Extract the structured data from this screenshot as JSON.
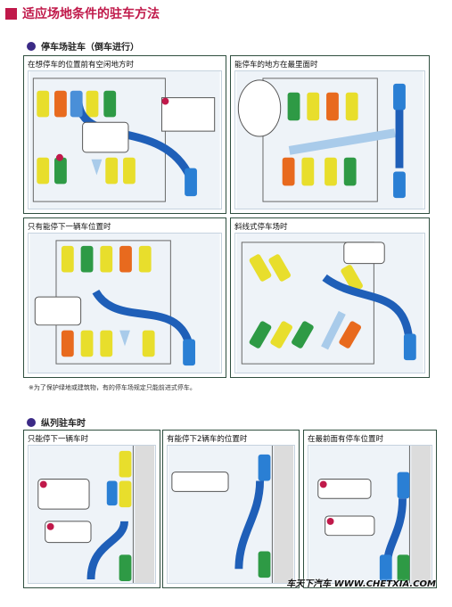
{
  "page": {
    "title": "适应场地条件的驻车方法",
    "section1": "停车场驻车（倒车进行）",
    "section2": "纵列驻车时",
    "note": "※为了保护绿地或建筑物，有的停车场规定只能前进式停车。",
    "watermark": "车天下汽车 WWW.CHETXIA.COM"
  },
  "panels": {
    "p1": {
      "title": "在想停车的位置前有空闲地方时"
    },
    "p2": {
      "title": "能停车的地方在最里面时"
    },
    "p3": {
      "title": "只有能停下一辆车位置时"
    },
    "p4": {
      "title": "斜线式停车场时"
    },
    "p5": {
      "title": "只能停下一辆车时"
    },
    "p6": {
      "title": "有能停下2辆车的位置时"
    },
    "p7": {
      "title": "在最前面有停车位置时"
    }
  },
  "colors": {
    "accent": "#c0194a",
    "bullet": "#3b2a86",
    "route": "#1f5fb8",
    "route_light": "#a9cbea"
  }
}
